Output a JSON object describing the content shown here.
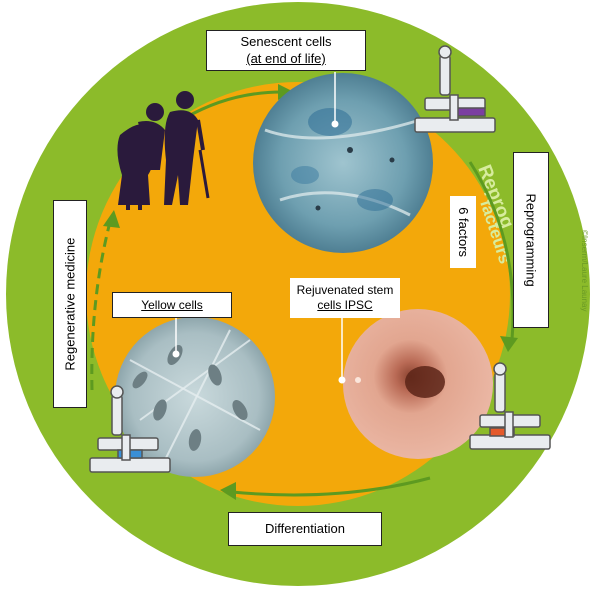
{
  "labels": {
    "senescent_line1": "Senescent cells",
    "senescent_line2": "(at end of life)",
    "reprogramming": "Reprogramming",
    "six_factors": "6 factors",
    "rejuvenated_line1": "Rejuvenated stem",
    "rejuvenated_line2": "cells IPSC",
    "yellow_cells": "Yellow cells",
    "regenerative_medicine": "Regenerative medicine",
    "differentiation": "Differentiation"
  },
  "background_text": {
    "reprog": "Reprog",
    "facteurs": "facteurs",
    "credit": "©Inserm/Laure Launay"
  },
  "colors": {
    "outer_ring": "#8cbb2a",
    "inner_disc": "#f3a80a",
    "arrow": "#5d9a20",
    "silhouette": "#2a1a3c"
  },
  "icons": [
    "elderly-couple-icon",
    "microscope-icon"
  ]
}
